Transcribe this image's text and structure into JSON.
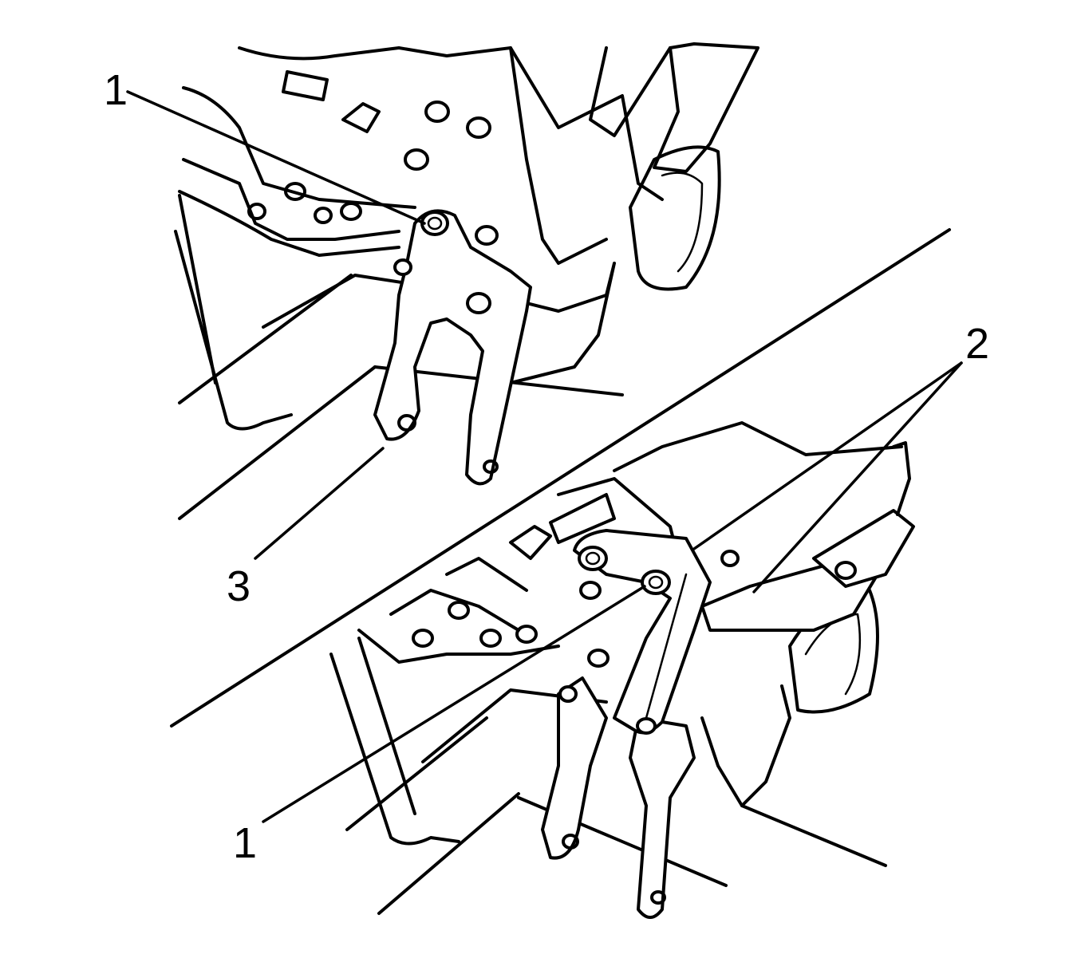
{
  "callouts": {
    "top_1": "1",
    "top_3": "3",
    "bottom_2": "2",
    "bottom_1": "1"
  },
  "colors": {
    "ink": "#000000",
    "paper": "#ffffff"
  }
}
